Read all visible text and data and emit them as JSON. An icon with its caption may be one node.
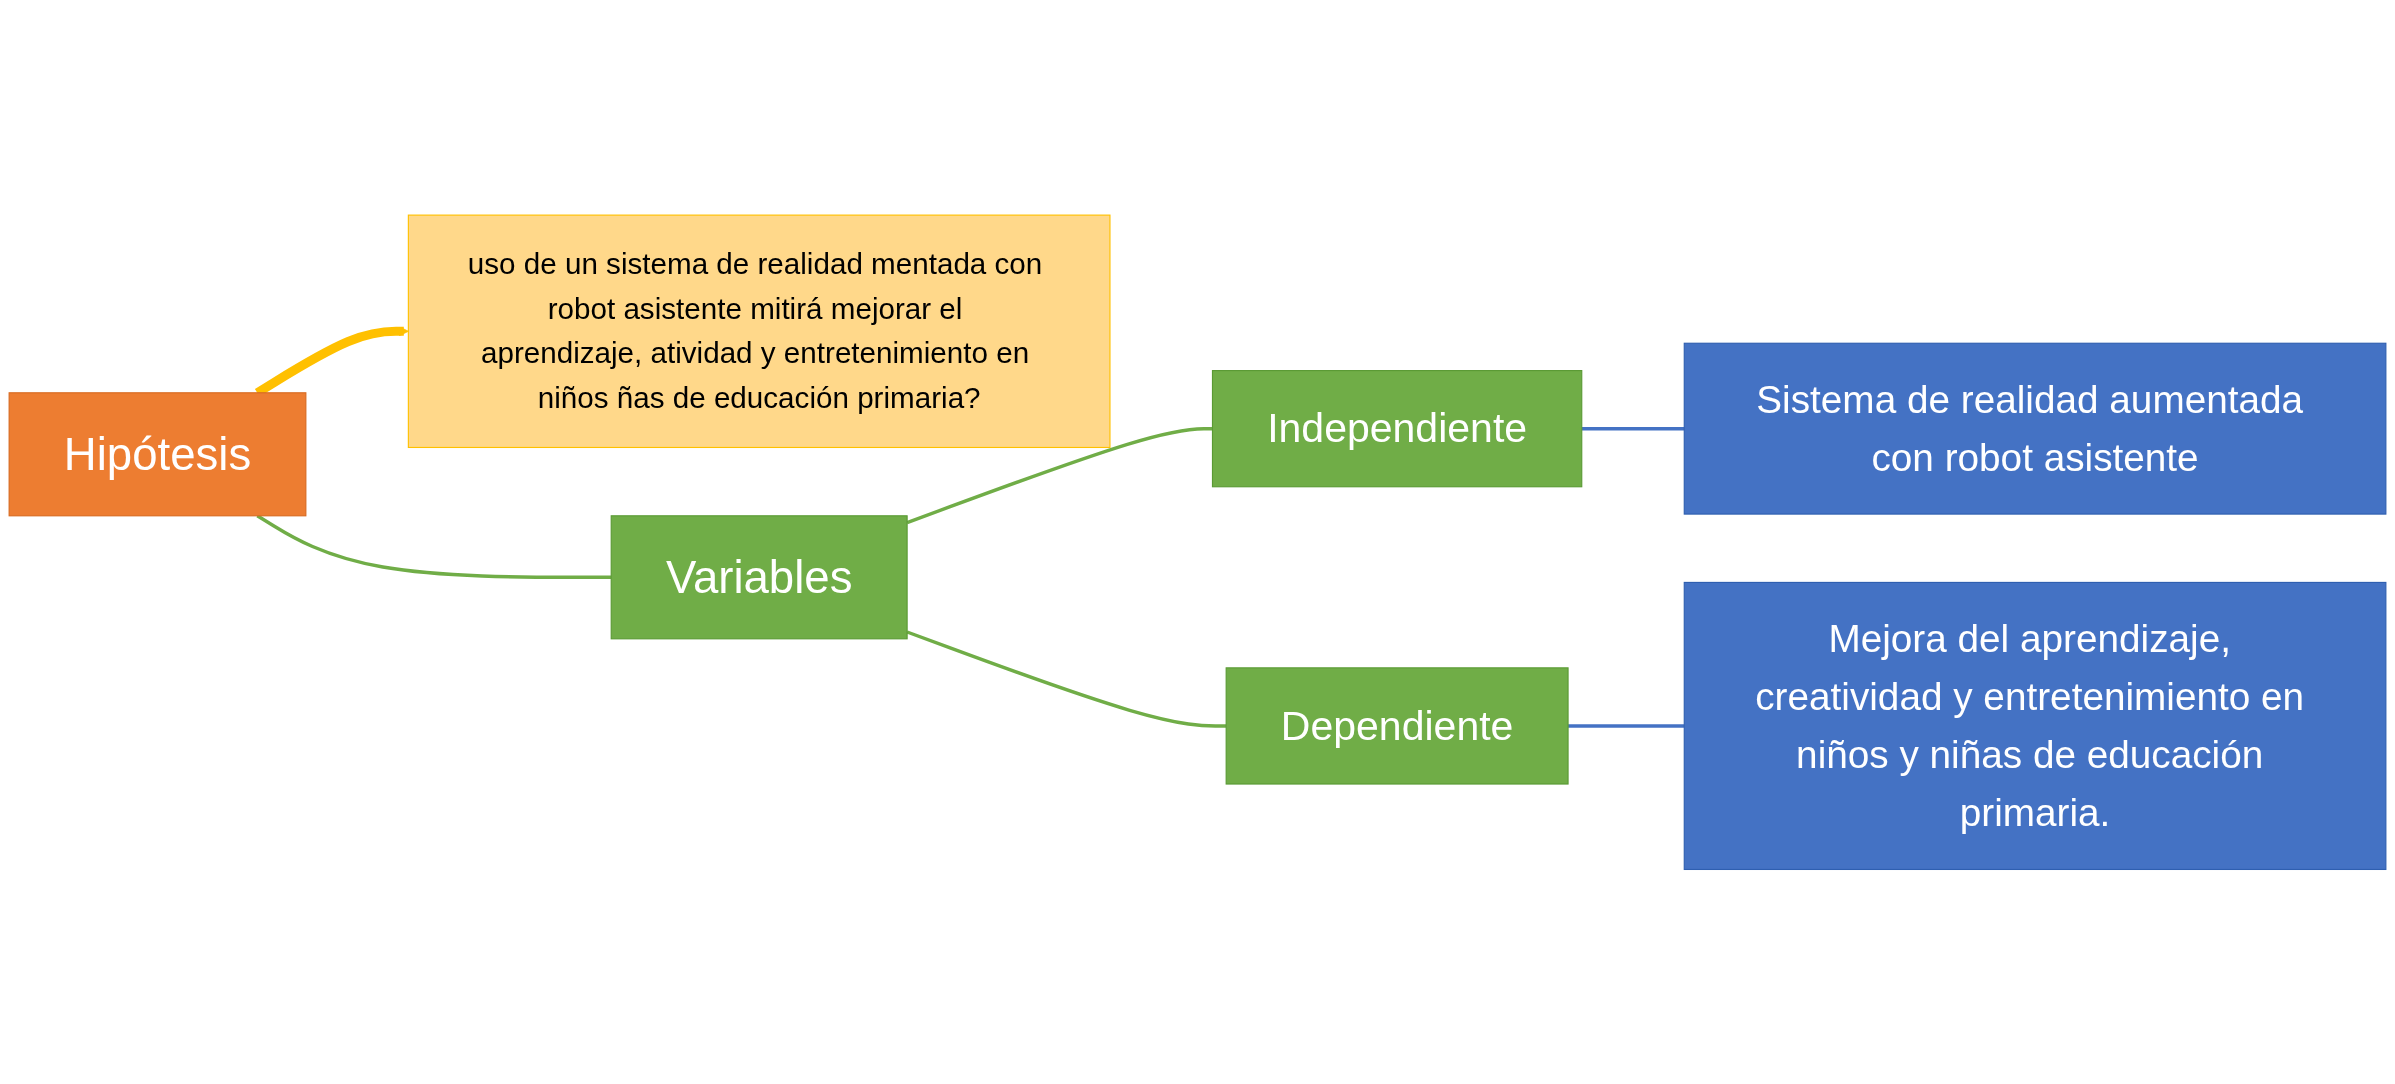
{
  "diagram": {
    "nodes": [
      {
        "text": [
          "Hipótesis"
        ]
      },
      {
        "text": [
          "uso de un sistema de realidad mentada con robot asistente mitirá mejorar el aprendizaje, atividad y entretenimiento en niños ñas de educación primaria?"
        ]
      },
      {
        "text": [
          "Variables"
        ]
      },
      {
        "text": [
          "Independiente"
        ]
      },
      {
        "text": [
          "Dependiente"
        ]
      },
      {
        "text": [
          "Sistema de realidad aumentada con robot asistente"
        ]
      },
      {
        "text": [
          "Mejora del aprendizaje, creatividad y entretenimiento en niños y niñas de educación primaria."
        ]
      }
    ],
    "edges": [
      {
        "from": 0,
        "to": 1,
        "arrow": "to",
        "style": "thick",
        "color": "#ffc000"
      },
      {
        "from": 0,
        "to": 2,
        "arrow": "none"
      },
      {
        "from": 2,
        "to": 3,
        "arrow": "none"
      },
      {
        "from": 2,
        "to": 4,
        "arrow": "none"
      },
      {
        "from": 3,
        "to": 5,
        "arrow": "none",
        "color": "#4472c4"
      },
      {
        "from": 4,
        "to": 6,
        "arrow": "none",
        "color": "#4472c4"
      }
    ]
  }
}
